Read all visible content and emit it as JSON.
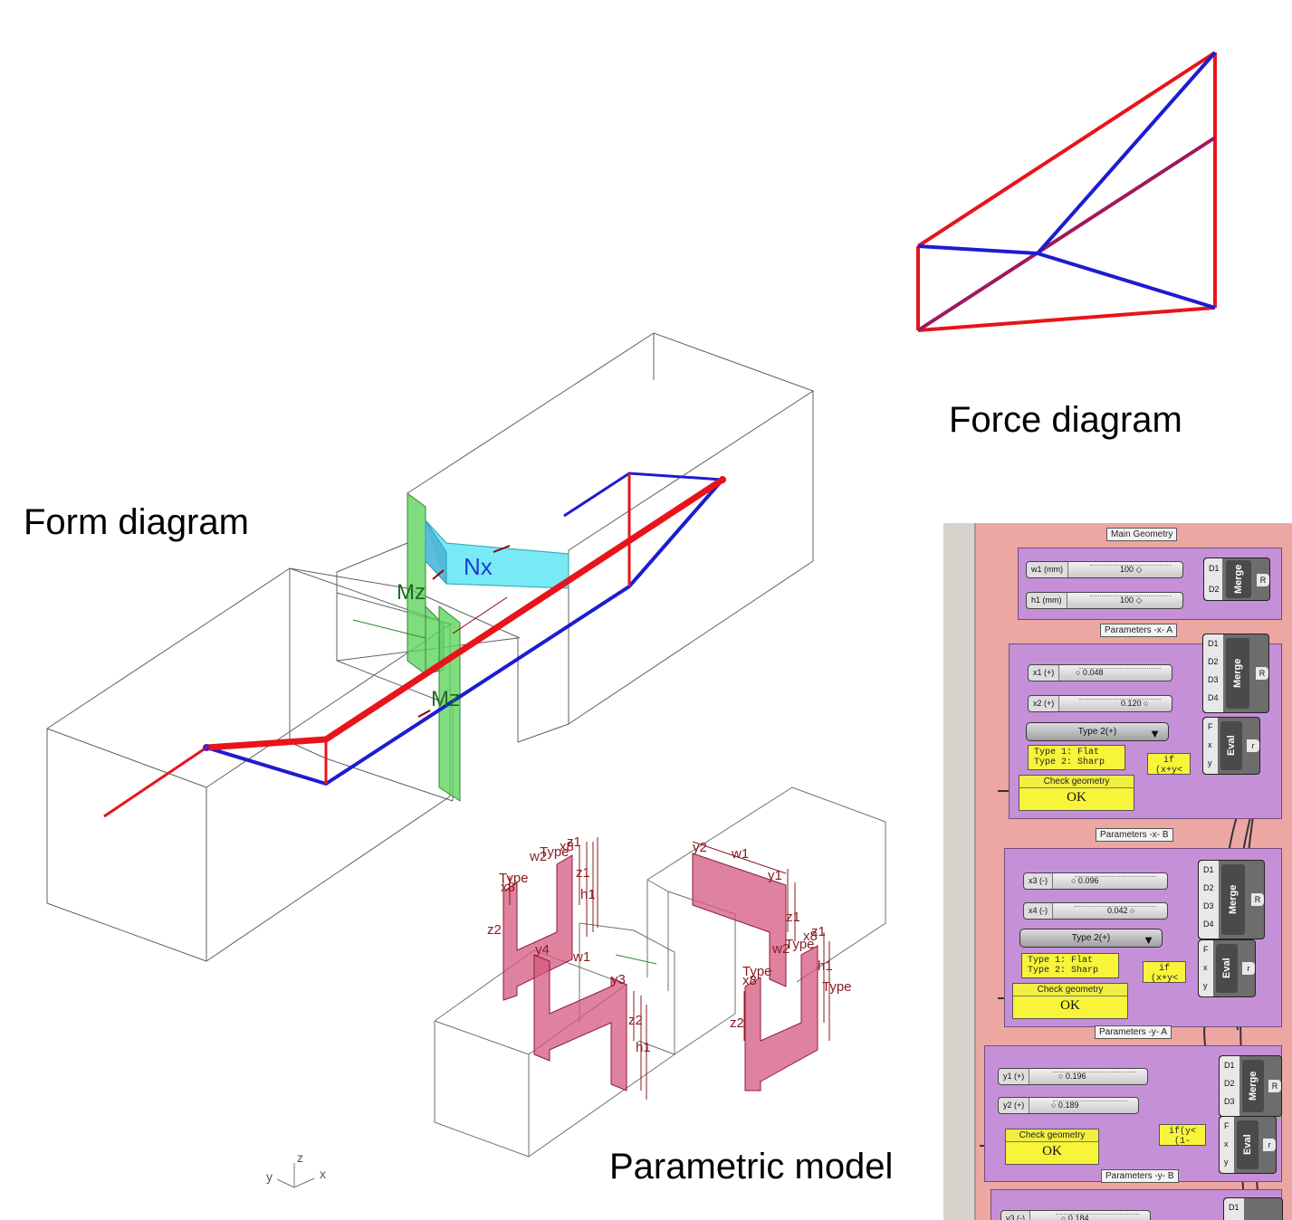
{
  "captions": {
    "force": "Force diagram",
    "form": "Form diagram",
    "parametric": "Parametric model"
  },
  "form_labels": {
    "nx": "Nx",
    "mz_top": "Mz",
    "mz_bottom": "Mz"
  },
  "axes": {
    "z": "z",
    "y": "y",
    "x": "x"
  },
  "param_labels": {
    "left_typeA": "Type",
    "left_x8": "x8",
    "left_z2a": "z2",
    "left_typeB": "Type",
    "left_w2": "w2",
    "left_x8b": "x8",
    "left_z1": "z1",
    "left_z1b": "z1",
    "left_h1": "h1",
    "left_y4": "y4",
    "left_w1": "w1",
    "left_y3": "y3",
    "left_z2b": "z2",
    "left_h1b": "h1",
    "right_y2": "y2",
    "right_w1": "w1",
    "right_y1": "y1",
    "right_z1": "z1",
    "right_w2": "w2",
    "right_type": "Type",
    "right_x8": "x8",
    "right_z1b": "z1",
    "right_h1": "h1",
    "right_typeB": "Type",
    "right_x8b": "x8",
    "right_z2": "z2"
  },
  "colors": {
    "tension": "#e8141a",
    "compression": "#1c1cd0",
    "mz_panel": "#5fd35f",
    "nx_panel": "#5fe6f5",
    "param_panel": "#d4587f",
    "gh_canvas": "#eca7a2",
    "gh_group": "#c690d8",
    "gh_panel": "#f7f43a"
  },
  "gh": {
    "main": {
      "title": "Main Geometry",
      "sliders": [
        {
          "label": "w1 (mm)",
          "value": "100 ◇"
        },
        {
          "label": "h1 (mm)",
          "value": "100 ◇"
        }
      ],
      "merge": {
        "name": "Merge",
        "inputs": [
          "D1",
          "D2"
        ],
        "output": "R"
      }
    },
    "xa": {
      "title": "Parameters -x- A",
      "sliders": [
        {
          "label": "x1 (+)",
          "value": "○ 0.048"
        },
        {
          "label": "x2 (+)",
          "value": "0.120 ○"
        }
      ],
      "dropdown": "Type 2(+)",
      "panel": "Type 1: Flat\nType 2: Sharp",
      "expr": "if\n(x+y<",
      "check_title": "Check geometry",
      "check_value": "OK",
      "merge": {
        "name": "Merge",
        "inputs": [
          "D1",
          "D2",
          "D3",
          "D4"
        ],
        "output": "R"
      },
      "eval": {
        "name": "Eval",
        "inputs": [
          "F",
          "x",
          "y"
        ],
        "output": "r"
      }
    },
    "xb": {
      "title": "Parameters -x- B",
      "sliders": [
        {
          "label": "x3 (-)",
          "value": "○ 0.096"
        },
        {
          "label": "x4 (-)",
          "value": "0.042 ○"
        }
      ],
      "dropdown": "Type 2(+)",
      "panel": "Type 1: Flat\nType 2: Sharp",
      "expr": "if\n(x+y<",
      "check_title": "Check geometry",
      "check_value": "OK",
      "merge": {
        "name": "Merge",
        "inputs": [
          "D1",
          "D2",
          "D3",
          "D4"
        ],
        "output": "R"
      },
      "eval": {
        "name": "Eval",
        "inputs": [
          "F",
          "x",
          "y"
        ],
        "output": "r"
      }
    },
    "ya": {
      "title": "Parameters -y- A",
      "sliders": [
        {
          "label": "y1 (+)",
          "value": "○ 0.196"
        },
        {
          "label": "y2 (+)",
          "value": "○ 0.189"
        }
      ],
      "expr": "if(y<\n(1-",
      "check_title": "Check geometry",
      "check_value": "OK",
      "merge": {
        "name": "Merge",
        "inputs": [
          "D1",
          "D2",
          "D3"
        ],
        "output": "R"
      },
      "eval": {
        "name": "Eval",
        "inputs": [
          "F",
          "x",
          "y"
        ],
        "output": "r"
      }
    },
    "yb": {
      "title": "Parameters -y- B",
      "slider": {
        "label": "y3 (-)",
        "value": "○ 0.184"
      },
      "merge_input": "D1"
    }
  }
}
